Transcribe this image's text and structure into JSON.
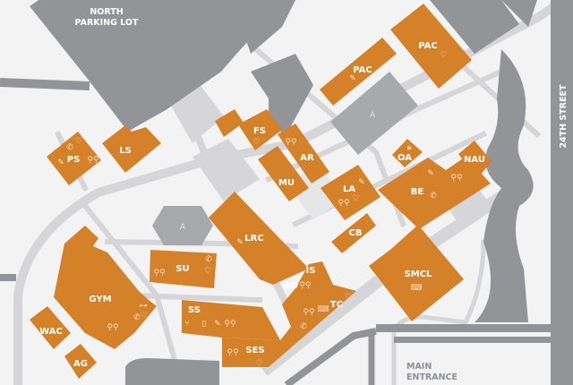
{
  "map": {
    "areas": {
      "north_parking": [
        "NORTH",
        "PARKING LOT"
      ],
      "street": "24TH STREET",
      "entrance": [
        "MAIN",
        "ENTRANCE"
      ]
    },
    "lots": [
      "A",
      "A"
    ],
    "buildings": [
      "PS",
      "LS",
      "FS",
      "AR",
      "MU",
      "PAC",
      "PAC",
      "OA",
      "NAU",
      "BE",
      "LA",
      "CB",
      "LRC",
      "SU",
      "GYM",
      "WAC",
      "AG",
      "SS",
      "SES",
      "AD",
      "IS",
      "TC",
      "SMCL"
    ],
    "colors": {
      "building": "#d5812a",
      "parking": "#939497",
      "lot": "#a8a9ac",
      "walkway": "#d6d6d9",
      "background": "#f3f3f4"
    },
    "icon_types": [
      "phone-icon",
      "aed-heart-icon",
      "pencil-icon",
      "restroom-icon",
      "lock-icon",
      "computer-icon",
      "fitness-icon",
      "food-icon",
      "book-icon"
    ]
  }
}
